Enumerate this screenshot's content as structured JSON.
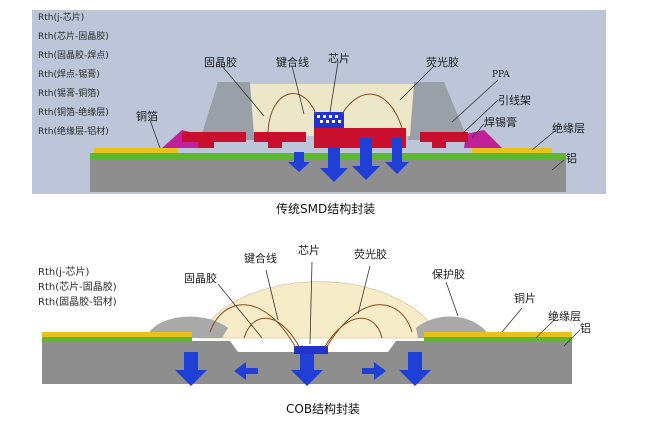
{
  "smd": {
    "rth_lines": [
      "Rth(j-芯片)",
      "Rth(芯片-固晶胶)",
      "Rth(固晶胶-焊点)",
      "Rth(焊点-锡膏)",
      "Rth(锡膏-铜箔)",
      "Rth(铜箔-绝缘层)",
      "Rth(绝缘层-铝材)"
    ],
    "labels": {
      "die_attach": "固晶胶",
      "bond_wire": "键合线",
      "chip": "芯片",
      "phosphor": "荧光胶",
      "ppa": "PPA",
      "lead_frame": "引线架",
      "solder_paste": "焊锡膏",
      "insulation": "绝缘层",
      "aluminum": "铝",
      "copper_foil": "铜箔"
    },
    "caption": "传统SMD结构封装"
  },
  "cob": {
    "rth_lines": [
      "Rth(j-芯片)",
      "Rth(芯片-固晶胶)",
      "Rth(固晶胶-铝材)"
    ],
    "labels": {
      "die_attach": "固晶胶",
      "bond_wire": "键合线",
      "chip": "芯片",
      "phosphor": "荧光胶",
      "protect_glue": "保护胶",
      "copper_sheet": "铜片",
      "insulation": "绝缘层",
      "aluminum": "铝"
    },
    "caption": "COB结构封装"
  },
  "colors": {
    "heat_arrow": "#1f3fd6",
    "pad_red": "#c8102e",
    "substrate": "#8e8e8e",
    "insulation_green": "#5cb82e",
    "copper_yellow": "#e8c21a",
    "magenta": "#c0209a",
    "ppa_gray": "#9aa0a8",
    "phosphor_fill": "#f6ecc8"
  }
}
